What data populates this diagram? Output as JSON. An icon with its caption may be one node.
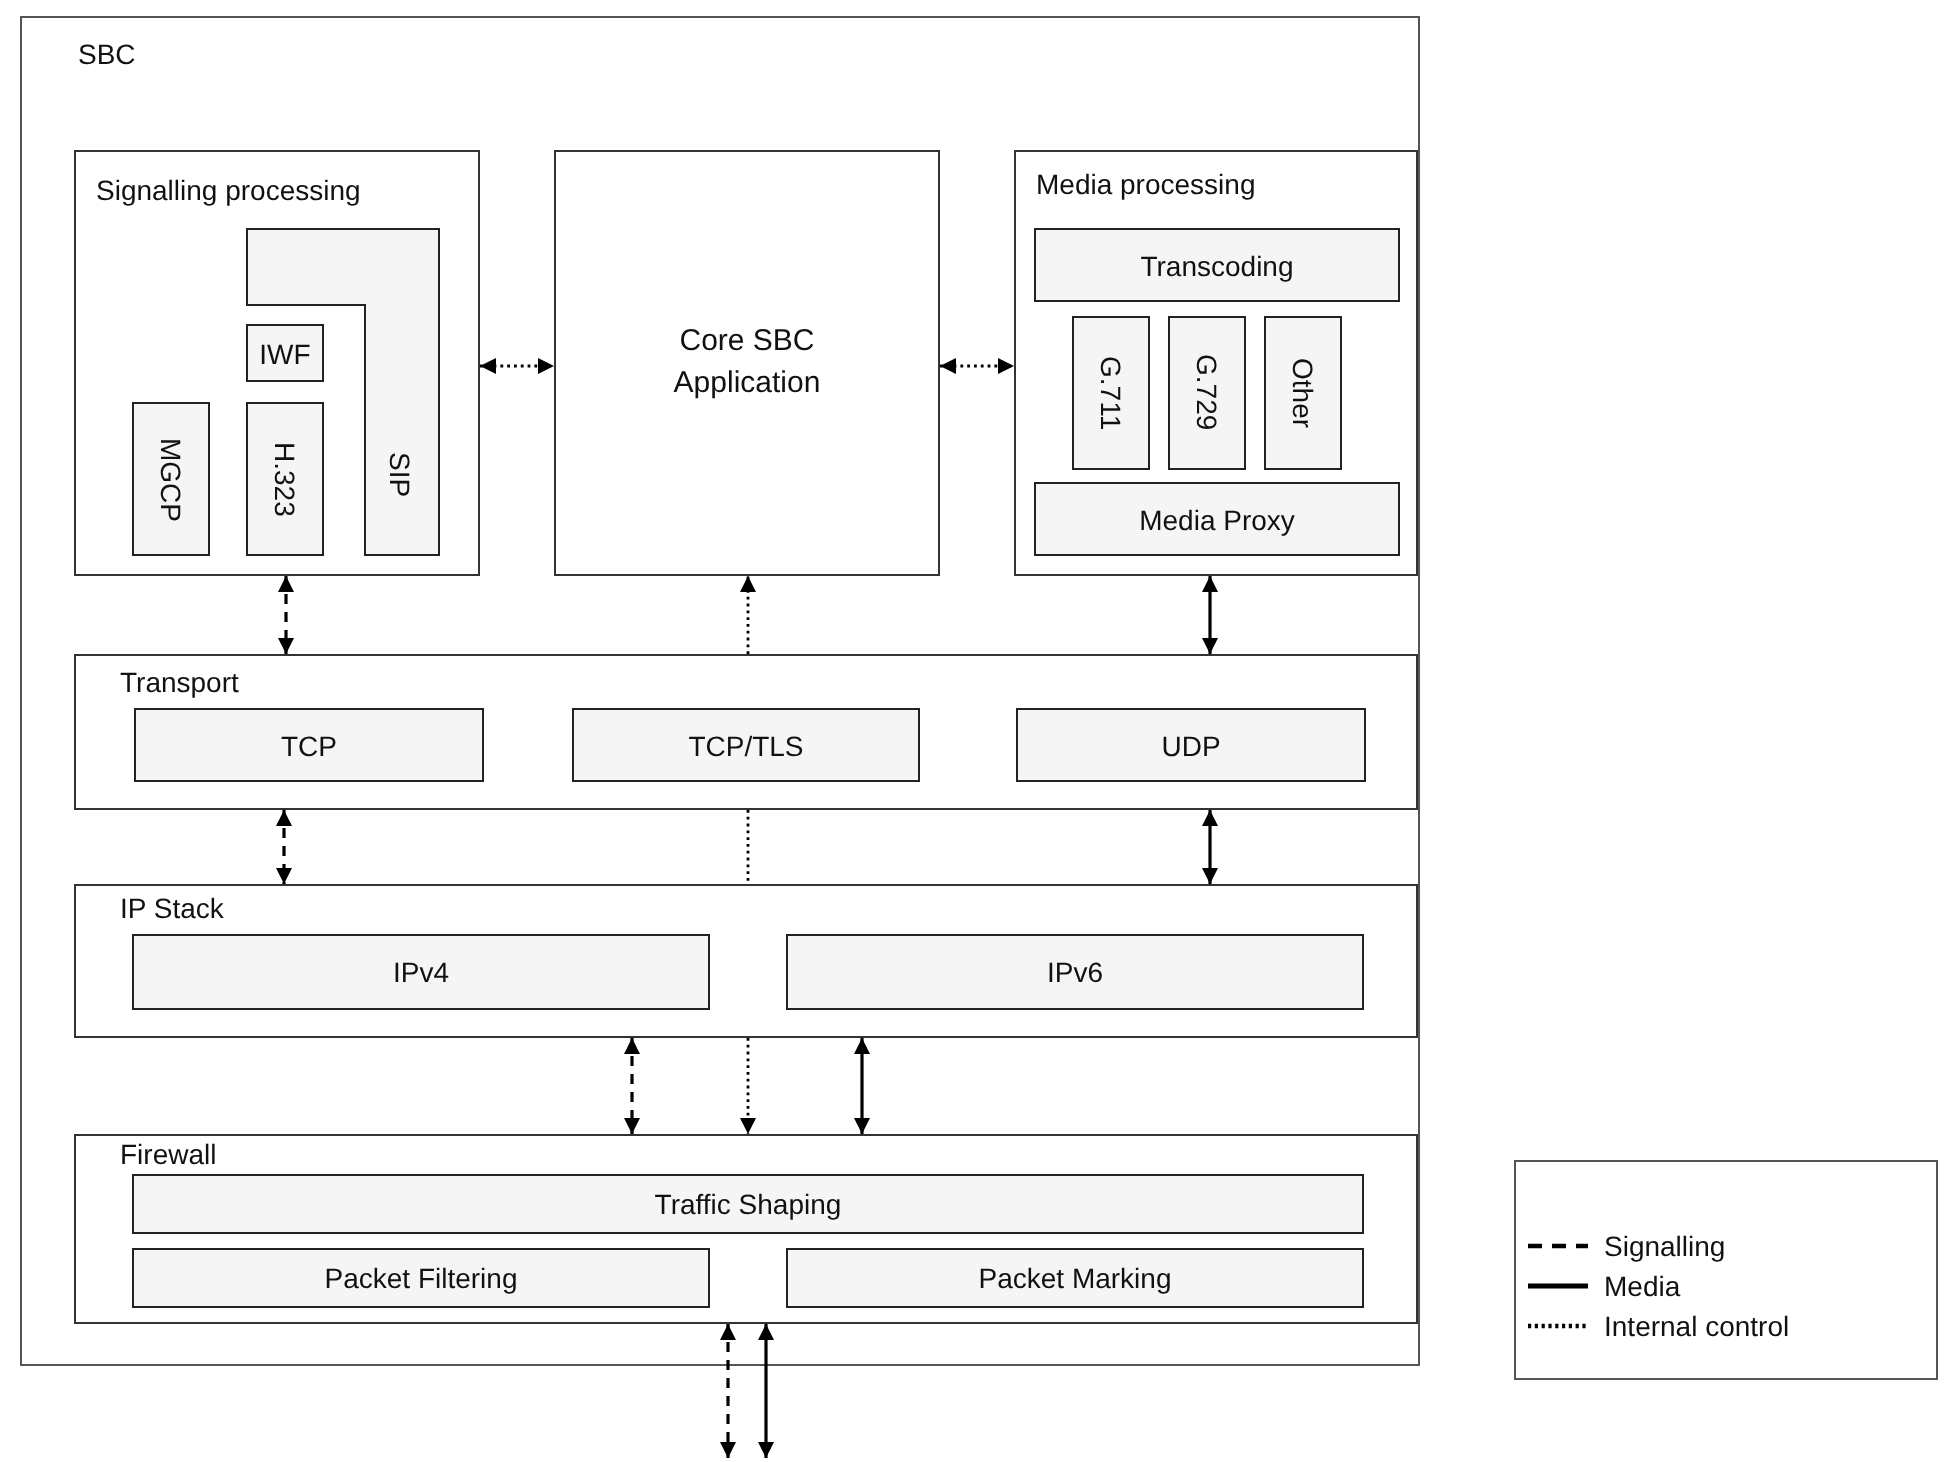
{
  "diagram": {
    "nodes": [
      {
        "text": [
          "SBC"
        ]
      },
      {
        "text": [
          "Signalling processing"
        ],
        "in": 0
      },
      {
        "text": [
          "SIP"
        ],
        "in": 1
      },
      {
        "text": [
          "IWF"
        ],
        "in": 1
      },
      {
        "text": [
          "MGCP"
        ],
        "in": 1
      },
      {
        "text": [
          "H.323"
        ],
        "in": 1
      },
      {
        "text": [
          "Core SBC Application"
        ],
        "in": 0
      },
      {
        "text": [
          "Media processing"
        ],
        "in": 0
      },
      {
        "text": [
          "Transcoding"
        ],
        "in": 7
      },
      {
        "text": [
          "G.711"
        ],
        "in": 7
      },
      {
        "text": [
          "G.729"
        ],
        "in": 7
      },
      {
        "text": [
          "Other"
        ],
        "in": 7
      },
      {
        "text": [
          "Media Proxy"
        ],
        "in": 7
      },
      {
        "text": [
          "Transport"
        ],
        "in": 0
      },
      {
        "text": [
          "TCP"
        ],
        "in": 13
      },
      {
        "text": [
          "TCP/TLS"
        ],
        "in": 13
      },
      {
        "text": [
          "UDP"
        ],
        "in": 13
      },
      {
        "text": [
          "IP Stack"
        ],
        "in": 0
      },
      {
        "text": [
          "IPv4"
        ],
        "in": 17
      },
      {
        "text": [
          "IPv6"
        ],
        "in": 17
      },
      {
        "text": [
          "Firewall"
        ],
        "in": 0
      },
      {
        "text": [
          "Traffic Shaping"
        ],
        "in": 20
      },
      {
        "text": [
          "Packet Filtering"
        ],
        "in": 20
      },
      {
        "text": [
          "Packet Marking"
        ],
        "in": 20
      }
    ],
    "edges": [
      {
        "from": 1,
        "to": 6,
        "arrow": "both",
        "style": "dashed"
      },
      {
        "from": 6,
        "to": 7,
        "arrow": "both",
        "style": "dashed"
      },
      {
        "from": 1,
        "to": 13,
        "arrow": "both",
        "style": "dashed"
      },
      {
        "from": 13,
        "to": 6,
        "arrow": "to",
        "style": "dashed"
      },
      {
        "from": 7,
        "to": 13,
        "arrow": "both"
      },
      {
        "from": 13,
        "to": 17,
        "arrow": "both",
        "style": "dashed"
      },
      {
        "from": 13,
        "to": 17,
        "arrow": "none",
        "style": "dashed"
      },
      {
        "from": 13,
        "to": 17,
        "arrow": "both"
      },
      {
        "from": 17,
        "to": 20,
        "arrow": "both",
        "style": "dashed"
      },
      {
        "from": 17,
        "to": 20,
        "arrow": "to",
        "style": "dashed"
      },
      {
        "from": 17,
        "to": 20,
        "arrow": "both"
      },
      {
        "from": 20,
        "to": null,
        "arrow": "both",
        "style": "dashed"
      },
      {
        "from": 20,
        "to": null,
        "arrow": "both"
      }
    ],
    "legend": [
      {
        "text": "Signalling"
      },
      {
        "text": "Media"
      },
      {
        "text": "Internal control"
      }
    ]
  }
}
